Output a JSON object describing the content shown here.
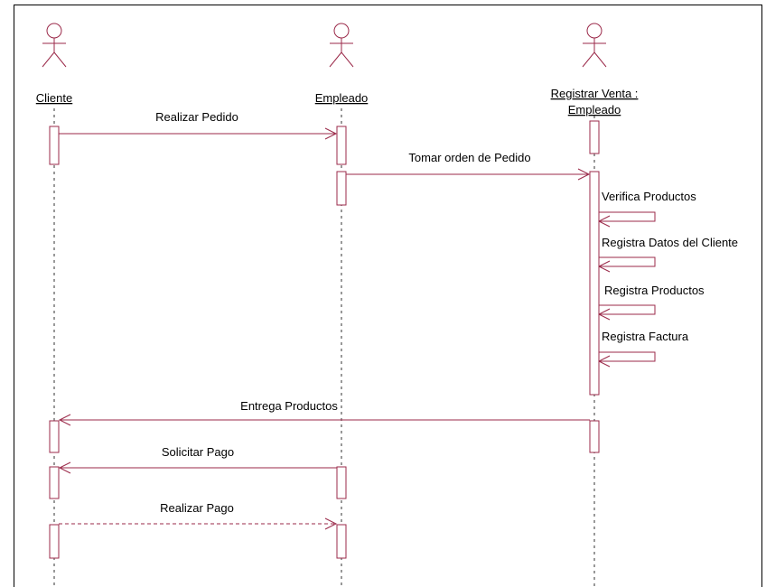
{
  "diagram": {
    "type": "sequence",
    "colors": {
      "line": "#9b2a4a",
      "actor": "#9b2a4a",
      "text": "#000000",
      "frame": "#000000",
      "background": "#ffffff"
    },
    "participants": [
      {
        "id": "cliente",
        "label_lines": [
          "Cliente"
        ]
      },
      {
        "id": "empleado",
        "label_lines": [
          "Empleado"
        ]
      },
      {
        "id": "registrar",
        "label_lines": [
          "Registrar Venta :",
          "Empleado"
        ]
      }
    ],
    "messages": [
      {
        "from": "cliente",
        "to": "empleado",
        "label": "Realizar Pedido",
        "style": "solid"
      },
      {
        "from": "empleado",
        "to": "registrar",
        "label": "Tomar orden de Pedido",
        "style": "solid"
      },
      {
        "from": "registrar",
        "to": "registrar",
        "label": "Verifica Productos",
        "style": "self"
      },
      {
        "from": "registrar",
        "to": "registrar",
        "label": "Registra Datos del Cliente",
        "style": "self"
      },
      {
        "from": "registrar",
        "to": "registrar",
        "label": "Registra Productos",
        "style": "self"
      },
      {
        "from": "registrar",
        "to": "registrar",
        "label": "Registra Factura",
        "style": "self"
      },
      {
        "from": "registrar",
        "to": "cliente",
        "label": "Entrega Productos",
        "style": "solid"
      },
      {
        "from": "empleado",
        "to": "cliente",
        "label": "Solicitar Pago",
        "style": "solid"
      },
      {
        "from": "cliente",
        "to": "empleado",
        "label": "Realizar Pago",
        "style": "dashed"
      }
    ]
  }
}
